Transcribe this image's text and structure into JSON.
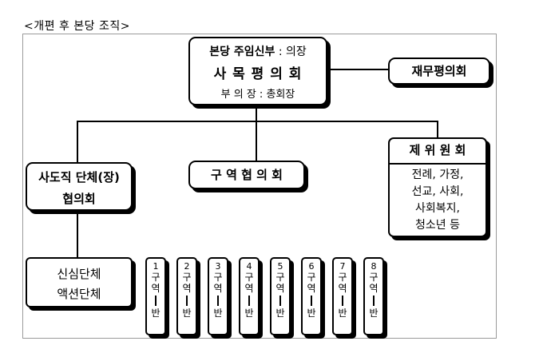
{
  "caption": "<개편 후  본당 조직>",
  "top": {
    "line1_bold": "본당 주임신부",
    "line1_rest": " : 의장",
    "line2": "사 목 평 의 회",
    "line3": "부  의  장 : 총회장"
  },
  "finance": "재무평의회",
  "association": {
    "line1": "사도직 단체(장)",
    "line2": "협의회"
  },
  "district": "구 역 협 의 회",
  "committee": {
    "title": "제 위 원 회",
    "items": [
      "전례, 가정,",
      "선교, 사회,",
      "사회복지,",
      "청소년 등"
    ]
  },
  "groups": {
    "line1": "신심단체",
    "line2": "액션단체"
  },
  "units": [
    {
      "num": "1",
      "a": "구",
      "b": "역",
      "c": "반"
    },
    {
      "num": "2",
      "a": "구",
      "b": "역",
      "c": "반"
    },
    {
      "num": "3",
      "a": "구",
      "b": "역",
      "c": "반"
    },
    {
      "num": "4",
      "a": "구",
      "b": "역",
      "c": "반"
    },
    {
      "num": "5",
      "a": "구",
      "b": "역",
      "c": "반"
    },
    {
      "num": "6",
      "a": "구",
      "b": "역",
      "c": "반"
    },
    {
      "num": "7",
      "a": "구",
      "b": "역",
      "c": "반"
    },
    {
      "num": "8",
      "a": "구",
      "b": "역",
      "c": "반"
    }
  ]
}
